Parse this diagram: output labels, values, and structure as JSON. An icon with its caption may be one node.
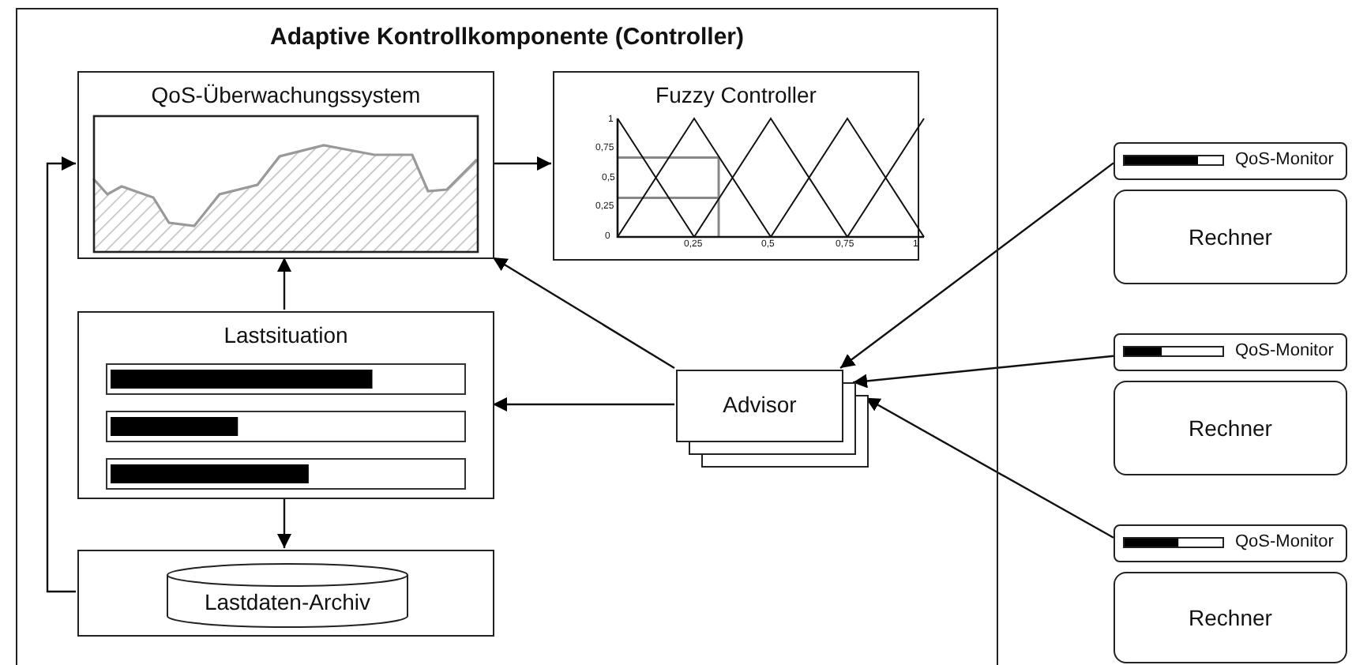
{
  "diagram": {
    "nodes": [
      {
        "text": [
          "Adaptive Kontrollkomponente (Controller)"
        ]
      },
      {
        "text": [
          "QoS-Überwachungssystem"
        ],
        "in": 0
      },
      {
        "text": [
          "Fuzzy Controller"
        ],
        "in": 0
      },
      {
        "text": [
          "Lastsituation"
        ],
        "in": 0
      },
      {
        "text": [],
        "shape": "box",
        "in": 0
      },
      {
        "text": [
          "Lastdaten-Archiv"
        ],
        "in": 4
      },
      {
        "text": [
          "Advisor"
        ],
        "in": 0
      },
      {
        "text": [
          "QoS-Monitor"
        ]
      },
      {
        "text": [
          "Rechner"
        ]
      },
      {
        "text": [
          "QoS-Monitor"
        ]
      },
      {
        "text": [
          "Rechner"
        ]
      },
      {
        "text": [
          "QoS-Monitor"
        ]
      },
      {
        "text": [
          "Rechner"
        ]
      }
    ],
    "edges": [
      {
        "from": 1,
        "to": 2,
        "arrow": "to"
      },
      {
        "from": 3,
        "to": 1,
        "arrow": "to"
      },
      {
        "from": 4,
        "to": 1,
        "arrow": "to"
      },
      {
        "from": 3,
        "to": 4,
        "arrow": "to"
      },
      {
        "from": 6,
        "to": 3,
        "arrow": "to"
      },
      {
        "from": 6,
        "to": 1,
        "arrow": "to"
      },
      {
        "from": 7,
        "to": 6,
        "arrow": "to"
      },
      {
        "from": 9,
        "to": 6,
        "arrow": "to"
      },
      {
        "from": 11,
        "to": 6,
        "arrow": "to"
      }
    ],
    "labels": [
      "1",
      "0,75",
      "0,5",
      "0,25",
      "0",
      "0,25",
      "0,5",
      "0,75",
      "1"
    ]
  }
}
